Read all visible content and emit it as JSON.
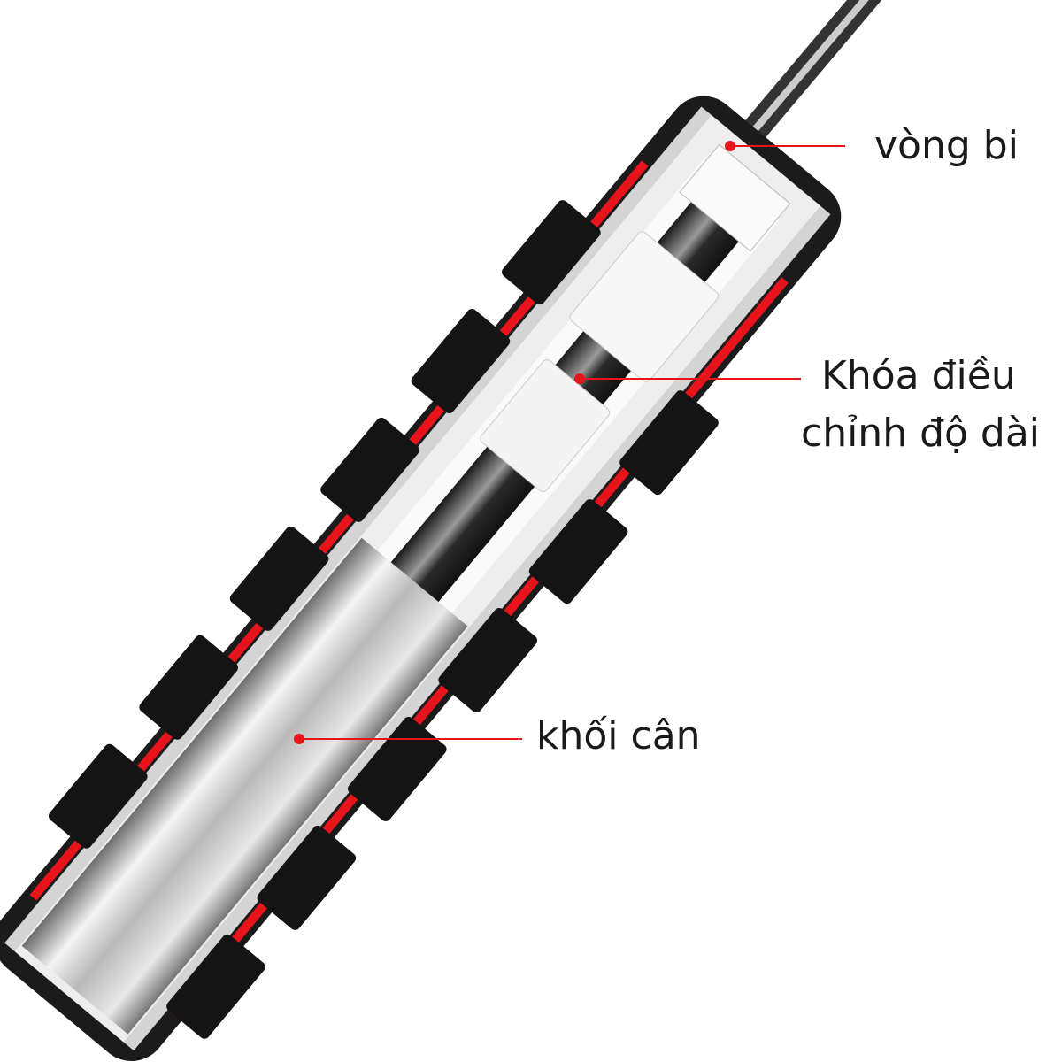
{
  "labels": {
    "bearing": "vòng bi",
    "length_lock_line1": "Khóa điều",
    "length_lock_line2": "chỉnh độ dài",
    "weight": "khối cân"
  },
  "colors": {
    "accent": "#e8141c",
    "grip": "#141414",
    "shell": "#d9d9d9"
  }
}
